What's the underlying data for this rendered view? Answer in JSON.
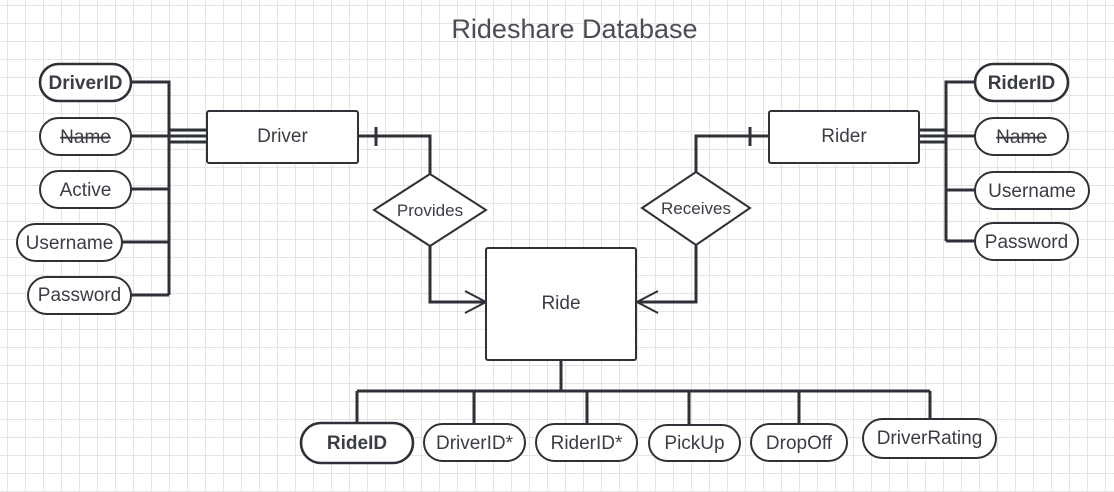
{
  "title": "Rideshare Database",
  "entities": {
    "driver": "Driver",
    "rider": "Rider",
    "ride": "Ride"
  },
  "relationships": {
    "provides": "Provides",
    "receives": "Receives"
  },
  "driver_attributes": {
    "driver_id": "DriverID",
    "name": "Name",
    "active": "Active",
    "username": "Username",
    "password": "Password"
  },
  "rider_attributes": {
    "rider_id": "RiderID",
    "name": "Name",
    "username": "Username",
    "password": "Password"
  },
  "ride_attributes": {
    "ride_id": "RideID",
    "driver_id": "DriverID*",
    "rider_id": "RiderID*",
    "pickup": "PickUp",
    "dropoff": "DropOff",
    "driver_rating": "DriverRating"
  }
}
